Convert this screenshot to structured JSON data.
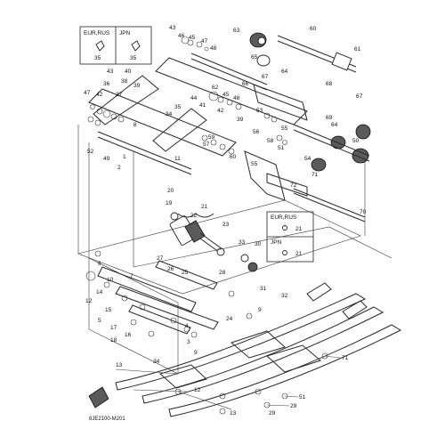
{
  "diagram_code": "8JE2100-M201",
  "inset_top": {
    "region_left": "EUR,RUS",
    "region_right": "JPN",
    "part_left": "35",
    "part_right": "35"
  },
  "inset_mid": {
    "region_top": "EUR,RUS",
    "region_bottom": "JPN",
    "part_top": "21",
    "part_bottom": "21"
  },
  "callouts": {
    "c1": "43",
    "c2": "46",
    "c3": "45",
    "c4": "47",
    "c5": "48",
    "c6": "63",
    "c7": "60",
    "c8": "61",
    "c9": "65",
    "c10": "64",
    "c11": "43",
    "c12": "40",
    "c13": "38",
    "c14": "39",
    "c15": "36",
    "c16": "37",
    "c17": "47",
    "c18": "42",
    "c19": "62",
    "c20": "45",
    "c21": "48",
    "c22": "67",
    "c23": "66",
    "c24": "68",
    "c25": "67",
    "c26": "53",
    "c27": "69",
    "c28": "64",
    "c29": "50",
    "c30": "34",
    "c31": "35",
    "c32": "44",
    "c33": "41",
    "c34": "42",
    "c35": "39",
    "c36": "56",
    "c37": "58",
    "c38": "55",
    "c39": "51",
    "c40": "54",
    "c41": "59",
    "c42": "57",
    "c43": "52",
    "c44": "49",
    "c45": "1",
    "c46": "2",
    "c47": "11",
    "c48": "8",
    "c49": "60",
    "c50": "55",
    "c51": "71",
    "c52": "72",
    "c53": "70",
    "c54": "20",
    "c55": "21",
    "c56": "19",
    "c57": "22",
    "c58": "23",
    "c59": "33",
    "c60": "30",
    "c61": "27",
    "c62": "26",
    "c63": "25",
    "c64": "28",
    "c65": "31",
    "c66": "32",
    "c67": "6",
    "c68": "7",
    "c69": "10",
    "c70": "14",
    "c71": "12",
    "c72": "15",
    "c73": "5",
    "c74": "17",
    "c75": "16",
    "c76": "18",
    "c77": "4",
    "c78": "3",
    "c79": "24",
    "c80": "9",
    "c81": "71",
    "c82": "13",
    "c83": "12",
    "c84": "51",
    "c85": "29",
    "c86": "13",
    "c87": "29",
    "c88": "34",
    "c89": "9"
  }
}
